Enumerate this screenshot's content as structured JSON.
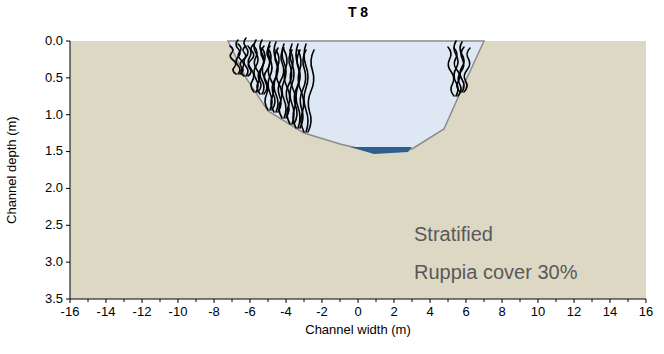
{
  "diagram": {
    "title": "T 8",
    "labels": [
      "0.0",
      "0.5",
      "1.0",
      "1.5",
      "2.0",
      "2.5",
      "3.0",
      "3.5",
      "-16",
      "-14",
      "-12",
      "-10",
      "-8",
      "-6",
      "-4",
      "-2",
      "0",
      "2",
      "4",
      "6",
      "8",
      "10",
      "12",
      "14",
      "16",
      "Channel depth (m)",
      "Channel width (m)",
      "Stratified",
      "Ruppia cover 30%"
    ]
  }
}
